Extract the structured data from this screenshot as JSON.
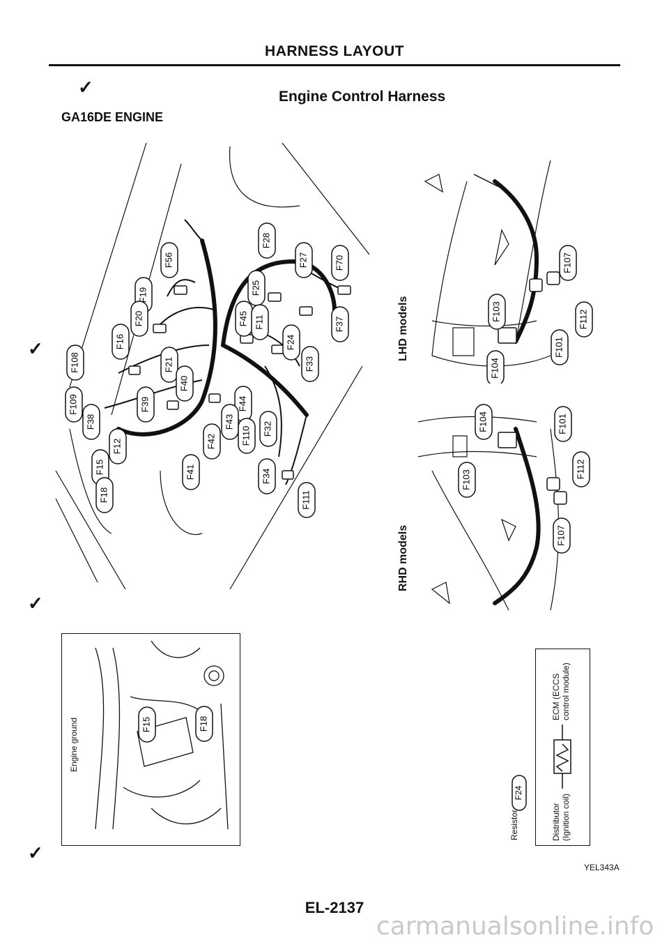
{
  "header": {
    "title": "HARNESS LAYOUT"
  },
  "section_title": "Engine Control Harness",
  "engine_label": "GA16DE ENGINE",
  "views": {
    "lhd": "LHD models",
    "rhd": "RHD models"
  },
  "inset": {
    "label": "Engine ground",
    "connectors": [
      "F15",
      "F18"
    ]
  },
  "legend": {
    "connector": "F24",
    "resistor_label": "Resistor",
    "distributor_label": "Distributor",
    "distributor_sub": "(Ignition coil)",
    "ecm_label": "ECM (ECCS",
    "ecm_sub": "control module)"
  },
  "engine_connectors": [
    "F56",
    "F28",
    "F27",
    "F70",
    "F19",
    "F25",
    "F20",
    "F45",
    "F11",
    "F37",
    "F16",
    "F24",
    "F108",
    "F21",
    "F33",
    "F40",
    "F44",
    "F109",
    "F39",
    "F43",
    "F38",
    "F32",
    "F12",
    "F110",
    "F42",
    "F15",
    "F41",
    "F34",
    "F18",
    "F111"
  ],
  "lhd_connectors": [
    "F107",
    "F103",
    "F112",
    "F104",
    "F101"
  ],
  "rhd_connectors": [
    "F104",
    "F101",
    "F103",
    "F112",
    "F107"
  ],
  "figure_id": "YEL343A",
  "page_number": "EL-2137",
  "watermark": "carmanualsonline.info"
}
